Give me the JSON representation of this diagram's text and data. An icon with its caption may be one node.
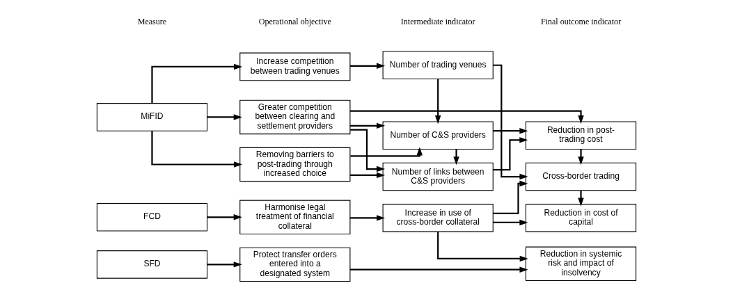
{
  "diagram": {
    "nodes": [
      {
        "text": [
          "MiFID"
        ]
      },
      {
        "text": [
          "FCD"
        ]
      },
      {
        "text": [
          "SFD"
        ]
      },
      {
        "text": [
          "Greater competition between clearing and settlement providers"
        ]
      },
      {
        "text": [
          "Removing barriers to post-trading through increased choice"
        ]
      },
      {
        "text": [
          "Increase competition between trading venues"
        ]
      },
      {
        "text": [
          "Harmonise legal treatment of financial collateral"
        ]
      },
      {
        "text": [
          "Protect transfer orders entered into a designated system"
        ]
      },
      {
        "text": [
          "Number of links between C&S providers"
        ]
      },
      {
        "text": [
          "Number of C&S providers"
        ]
      },
      {
        "text": [
          "Number of trading venues"
        ]
      },
      {
        "text": [
          "Increase in use of cross-border collateral"
        ]
      },
      {
        "text": [
          "Reduction in post-trading cost"
        ]
      },
      {
        "text": [
          "Cross-border trading"
        ]
      },
      {
        "text": [
          "Reduction in cost of capital"
        ]
      },
      {
        "text": [
          "Reduction in systemic risk and impact of insolvency"
        ]
      }
    ],
    "edges": [
      {
        "from": 0,
        "to": 3,
        "arrow": "to"
      },
      {
        "from": 0,
        "to": 4,
        "arrow": "to"
      },
      {
        "from": 0,
        "to": 5,
        "arrow": "to"
      },
      {
        "from": 1,
        "to": 6,
        "arrow": "to"
      },
      {
        "from": 2,
        "to": 7,
        "arrow": "to"
      },
      {
        "from": 3,
        "to": 12,
        "arrow": "to"
      },
      {
        "from": 3,
        "to": 8,
        "arrow": "to"
      },
      {
        "from": 3,
        "to": 9,
        "arrow": "to"
      },
      {
        "from": 4,
        "to": 8,
        "arrow": "to"
      },
      {
        "from": 4,
        "to": 9,
        "arrow": "to"
      },
      {
        "from": 5,
        "to": 10,
        "arrow": "to"
      },
      {
        "from": 6,
        "to": 11,
        "arrow": "to"
      },
      {
        "from": 7,
        "to": 15,
        "arrow": "to"
      },
      {
        "from": 9,
        "to": 8,
        "arrow": "to"
      },
      {
        "from": 10,
        "to": 9,
        "arrow": "to"
      },
      {
        "from": 8,
        "to": 12,
        "arrow": "to"
      },
      {
        "from": 9,
        "to": 12,
        "arrow": "to"
      },
      {
        "from": 10,
        "to": 13,
        "arrow": "to"
      },
      {
        "from": 11,
        "to": 13,
        "arrow": "to"
      },
      {
        "from": 11,
        "to": 14,
        "arrow": "to"
      },
      {
        "from": 11,
        "to": 15,
        "arrow": "to"
      },
      {
        "from": 12,
        "to": 13,
        "arrow": "to"
      },
      {
        "from": 13,
        "to": 14,
        "arrow": "to"
      }
    ],
    "labels": [
      "Measure",
      "Operational objective",
      "Intermediate indicator",
      "Final outcome indicator"
    ]
  }
}
